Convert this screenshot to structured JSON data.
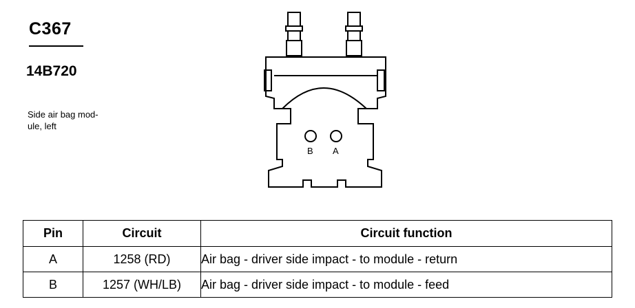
{
  "connector": {
    "id": "C367",
    "part_number": "14B720",
    "description": "Side air bag mod-\nule, left"
  },
  "drawing": {
    "pin_labels": [
      "B",
      "A"
    ]
  },
  "table": {
    "headers": {
      "pin": "Pin",
      "circuit": "Circuit",
      "function": "Circuit function"
    },
    "rows": [
      {
        "pin": "A",
        "circuit": "1258 (RD)",
        "function": "Air bag - driver side impact - to module - return"
      },
      {
        "pin": "B",
        "circuit": "1257 (WH/LB)",
        "function": "Air bag - driver side impact - to module - feed"
      }
    ]
  }
}
